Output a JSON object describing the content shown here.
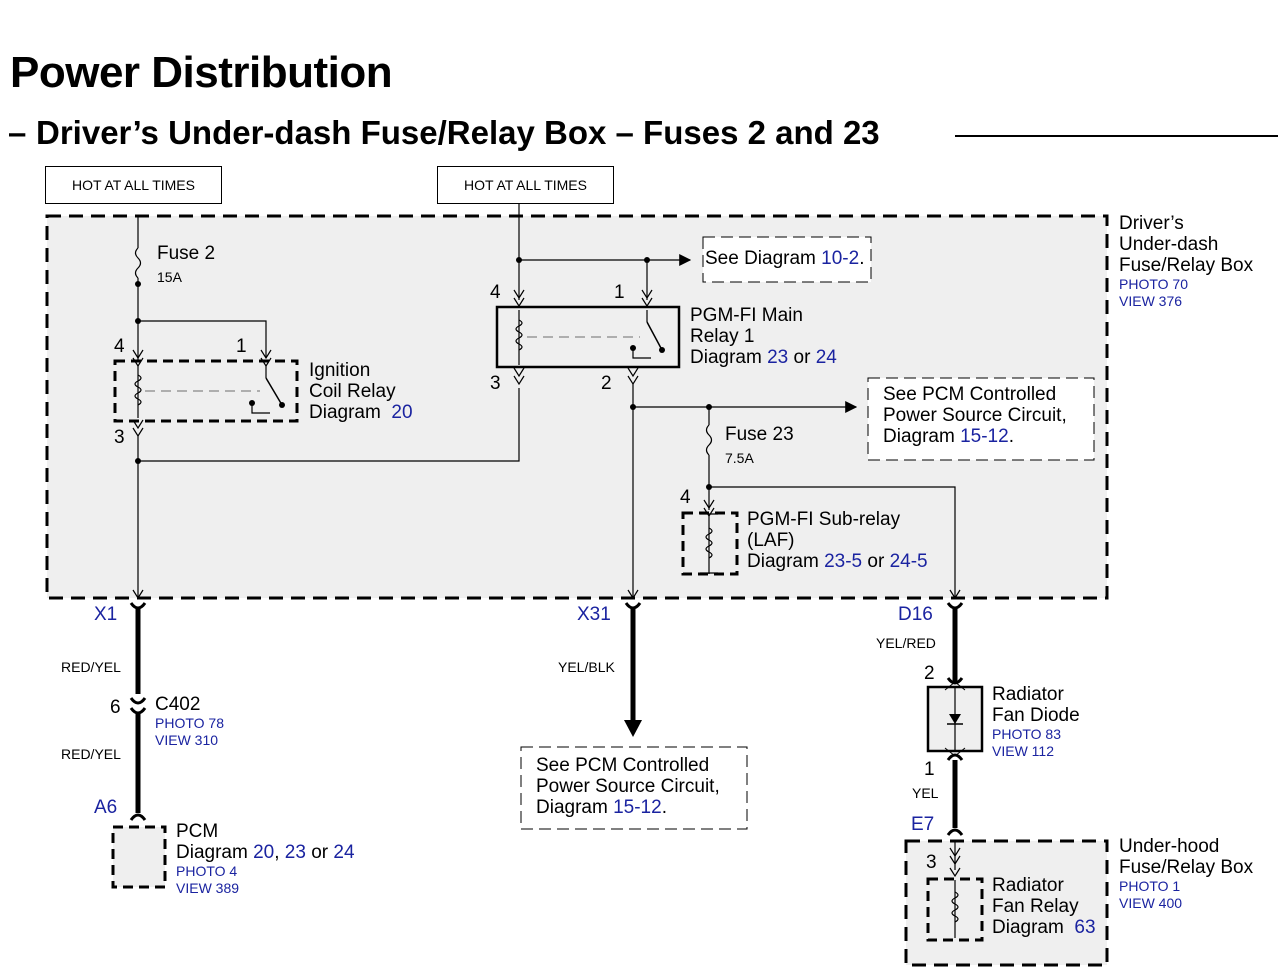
{
  "title": "Power Distribution",
  "subtitle_dash": "–",
  "subtitle": "Driver’s Under-dash Fuse/Relay Box – Fuses 2 and 23",
  "hot_labels": [
    "HOT AT ALL TIMES",
    "HOT AT ALL TIMES"
  ],
  "fuse_box": {
    "name_lines": [
      "Driver’s",
      "Under-dash",
      "Fuse/Relay Box"
    ],
    "photo": "PHOTO 70",
    "view": "VIEW 376"
  },
  "fuse2": {
    "name": "Fuse 2",
    "rating": "15A"
  },
  "fuse23": {
    "name": "Fuse 23",
    "rating": "7.5A"
  },
  "ignition_relay": {
    "line1": "Ignition",
    "line2": "Coil Relay",
    "diagram_prefix": "Diagram",
    "diagram": "20",
    "pin_a": "4",
    "pin_b": "1",
    "pin_c": "3"
  },
  "pgm_main_relay": {
    "line1": "PGM-FI Main",
    "line2": "Relay 1",
    "diagram_prefix": "Diagram",
    "diagram_a": "23",
    "or": "or",
    "diagram_b": "24",
    "pin_a": "4",
    "pin_b": "1",
    "pin_c": "3",
    "pin_d": "2"
  },
  "see_10_2": {
    "prefix": "See Diagram",
    "ref": "10-2",
    "suffix": "."
  },
  "see_pcm_upper": {
    "line1": "See PCM Controlled",
    "line2": "Power Source Circuit,",
    "prefix": "Diagram",
    "ref": "15-12",
    "suffix": "."
  },
  "sub_relay": {
    "line1": "PGM-FI Sub-relay",
    "line2": "(LAF)",
    "diagram_prefix": "Diagram",
    "diagram_a": "23-5",
    "or": "or",
    "diagram_b": "24-5",
    "pin": "4"
  },
  "connectors": {
    "x1": "X1",
    "x31": "X31",
    "d16": "D16",
    "a6": "A6",
    "e7": "E7"
  },
  "wires": {
    "red_yel_1": "RED/YEL",
    "red_yel_2": "RED/YEL",
    "yel_blk": "YEL/BLK",
    "yel_red": "YEL/RED",
    "yel": "YEL"
  },
  "c402": {
    "pin": "6",
    "name": "C402",
    "photo": "PHOTO 78",
    "view": "VIEW 310"
  },
  "pcm": {
    "name": "PCM",
    "prefix": "Diagram",
    "d1": "20",
    "sep": ",",
    "d2": "23",
    "or": "or",
    "d3": "24",
    "photo": "PHOTO 4",
    "view": "VIEW 389"
  },
  "see_pcm_lower": {
    "line1": "See PCM Controlled",
    "line2": "Power Source Circuit,",
    "prefix": "Diagram",
    "ref": "15-12",
    "suffix": "."
  },
  "diode": {
    "line1": "Radiator",
    "line2": "Fan Diode",
    "photo": "PHOTO 83",
    "view": "VIEW 112",
    "pin_top": "2",
    "pin_bottom": "1"
  },
  "underhood": {
    "line1": "Under-hood",
    "line2": "Fuse/Relay Box",
    "photo": "PHOTO 1",
    "view": "VIEW 400"
  },
  "fan_relay": {
    "line1": "Radiator",
    "line2": "Fan Relay",
    "prefix": "Diagram",
    "ref": "63",
    "pin": "3"
  },
  "colors": {
    "reference_blue": "#1a23a0",
    "box_fill": "#efefef",
    "line": "#000000"
  }
}
